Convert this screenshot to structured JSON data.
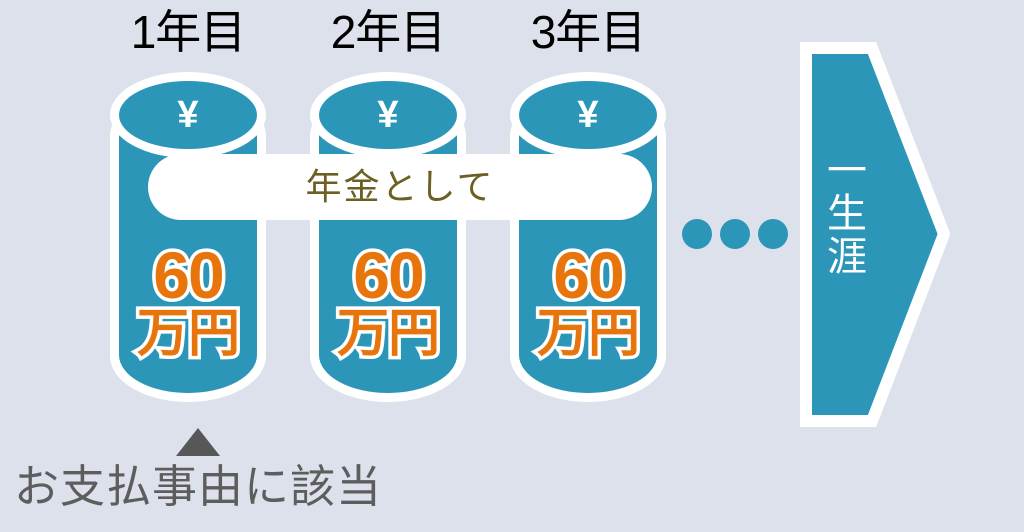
{
  "theme": {
    "background_color": "#dce1ec",
    "teal": "#2b96b7",
    "orange": "#e8740c",
    "olive": "#6b5f24",
    "gray_text": "#5d5d5d",
    "white": "#ffffff"
  },
  "year_columns": [
    {
      "label": "1年目",
      "currency_symbol": "¥",
      "amount_number": "60",
      "amount_unit": "万円"
    },
    {
      "label": "2年目",
      "currency_symbol": "¥",
      "amount_number": "60",
      "amount_unit": "万円"
    },
    {
      "label": "3年目",
      "currency_symbol": "¥",
      "amount_number": "60",
      "amount_unit": "万円"
    }
  ],
  "banner": {
    "text": "年金として"
  },
  "continuation": {
    "dot_count": 3
  },
  "lifetime_arrow": {
    "characters": [
      "一",
      "生",
      "涯"
    ],
    "text": "一生涯"
  },
  "trigger_note": {
    "marker": "triangle-up",
    "caption": "お支払事由に該当"
  }
}
